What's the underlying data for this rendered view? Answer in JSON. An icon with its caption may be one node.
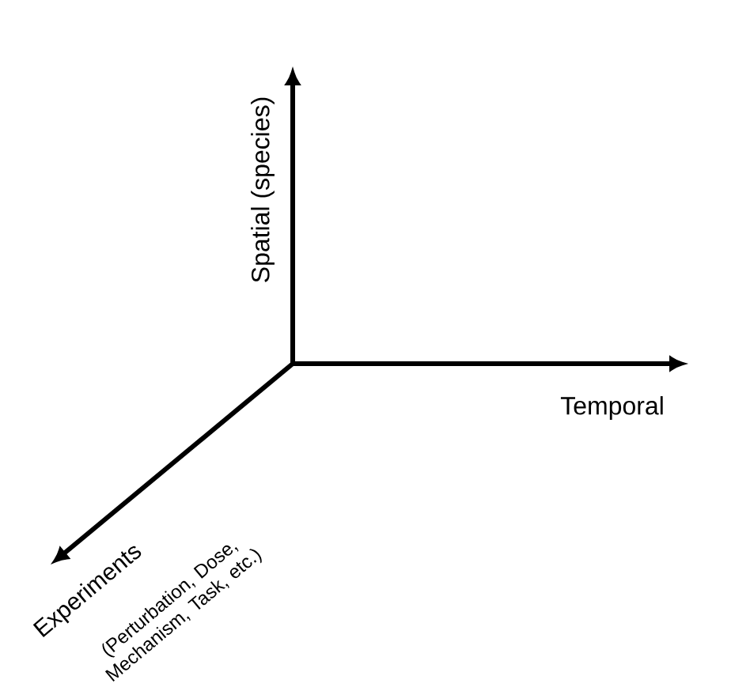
{
  "diagram": {
    "labels": [
      "Spatial (species)",
      "Temporal",
      "Experiments",
      "(Perturbation, Dose, Mechanism, Task, etc.)"
    ]
  }
}
